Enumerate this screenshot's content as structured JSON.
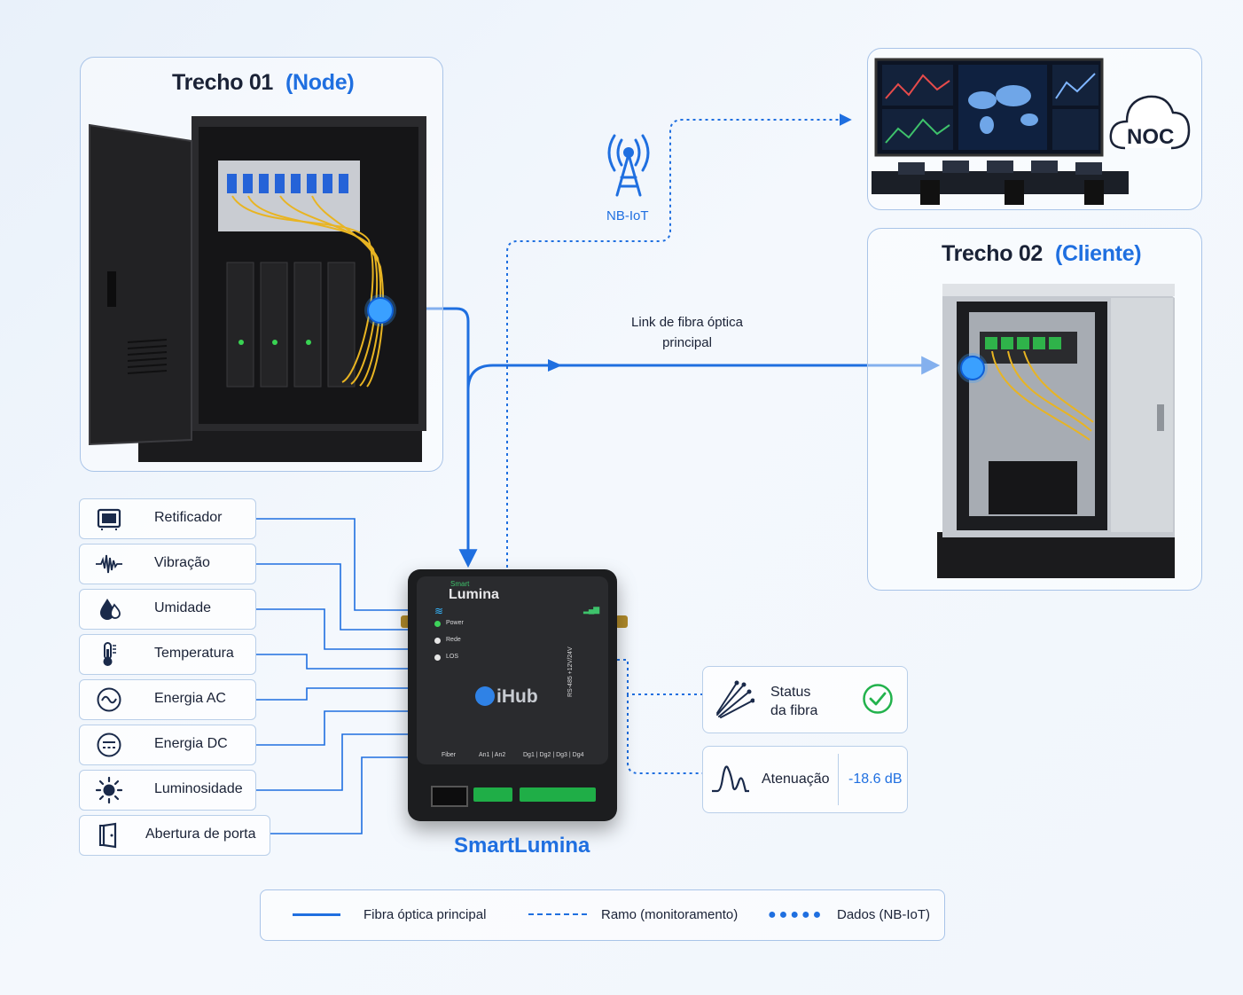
{
  "colors": {
    "accent": "#1f6fe0",
    "panel_border": "#a9c4e8",
    "text": "#1a2236",
    "ok_green": "#22b24c"
  },
  "node": {
    "title": "Trecho 01",
    "subtitle": "(Node)"
  },
  "client": {
    "title": "Trecho 02",
    "subtitle": "(Cliente)"
  },
  "noc": {
    "label": "NOC"
  },
  "nbiot": {
    "label": "NB-IoT",
    "icon": "antenna-tower-icon"
  },
  "fiber_link": {
    "line1": "Link de fibra óptica",
    "line2": "principal"
  },
  "sensors": [
    {
      "label": "Retificador",
      "icon": "rectifier-icon"
    },
    {
      "label": "Vibração",
      "icon": "vibration-wave-icon"
    },
    {
      "label": "Umidade",
      "icon": "water-drop-icon"
    },
    {
      "label": "Temperatura",
      "icon": "thermometer-icon"
    },
    {
      "label": "Energia AC",
      "icon": "ac-sine-icon"
    },
    {
      "label": "Energia DC",
      "icon": "dc-lines-icon"
    },
    {
      "label": "Luminosidade",
      "icon": "sun-icon"
    },
    {
      "label": "Abertura de porta",
      "icon": "door-icon"
    }
  ],
  "device": {
    "brand_small": "Smart",
    "brand": "Lumina",
    "logo": "iHub",
    "leds": [
      "Power",
      "Rede",
      "LOS"
    ],
    "side_label": "RS-485 +12V/24V",
    "ports": {
      "fiber": "Fiber",
      "analog": "An1 | An2",
      "digital": "Dg1 | Dg2 | Dg3 | Dg4"
    },
    "caption": "SmartLumina"
  },
  "status": {
    "line1": "Status",
    "line2": "da fibra",
    "icon": "fiber-strands-icon",
    "state_icon": "check-circle-icon"
  },
  "attenuation": {
    "label": "Atenuação",
    "value": "-18.6 dB",
    "icon": "signal-peak-icon"
  },
  "legend": {
    "fiber": "Fibra óptica principal",
    "branch": "Ramo (monitoramento)",
    "data": "Dados (NB-IoT)"
  }
}
